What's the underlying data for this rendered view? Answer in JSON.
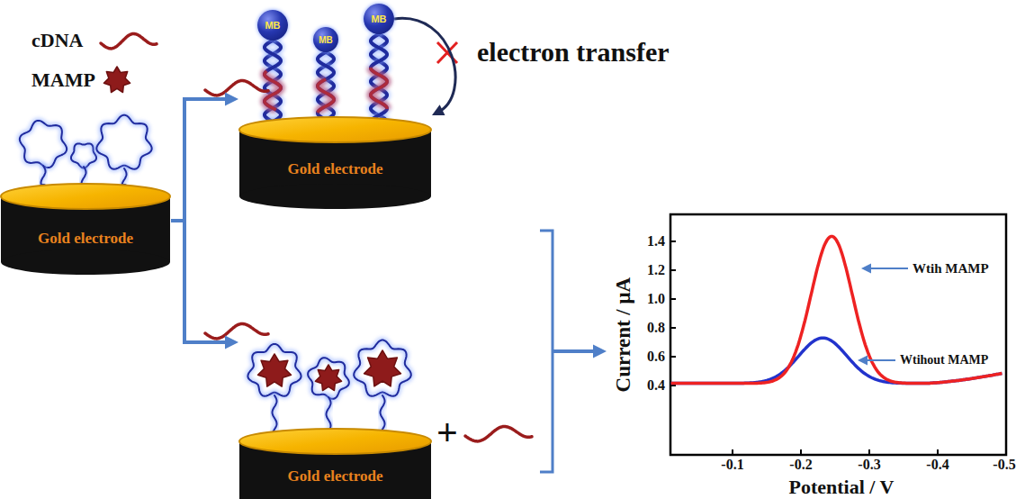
{
  "diagram": {
    "nodes": [
      {
        "text": [
          "Gold electrode"
        ]
      },
      {
        "text": [
          "MB"
        ]
      },
      {
        "text": [
          "MB"
        ]
      },
      {
        "text": [
          "MB"
        ]
      },
      {
        "text": [
          "Gold electrode"
        ]
      },
      {
        "text": [
          "Gold electrode"
        ]
      }
    ],
    "edges": [
      {
        "from": 0,
        "to": 4,
        "arrow": "to"
      },
      {
        "from": 0,
        "to": 5,
        "arrow": "to"
      },
      {
        "from": 3,
        "to": 4,
        "arrow": "to"
      }
    ],
    "labels": [
      "electron transfer",
      "+",
      "Current / μA",
      "1.4",
      "1.2",
      "1.0",
      "0.8",
      "0.6",
      "0.4",
      "-0.1",
      "-0.2",
      "-0.3",
      "-0.4",
      "-0.5",
      "Potential / V",
      "Wtih MAMP",
      "Wtihout MAMP"
    ],
    "legend": [
      {
        "text": "cDNA"
      },
      {
        "text": "MAMP"
      }
    ]
  }
}
